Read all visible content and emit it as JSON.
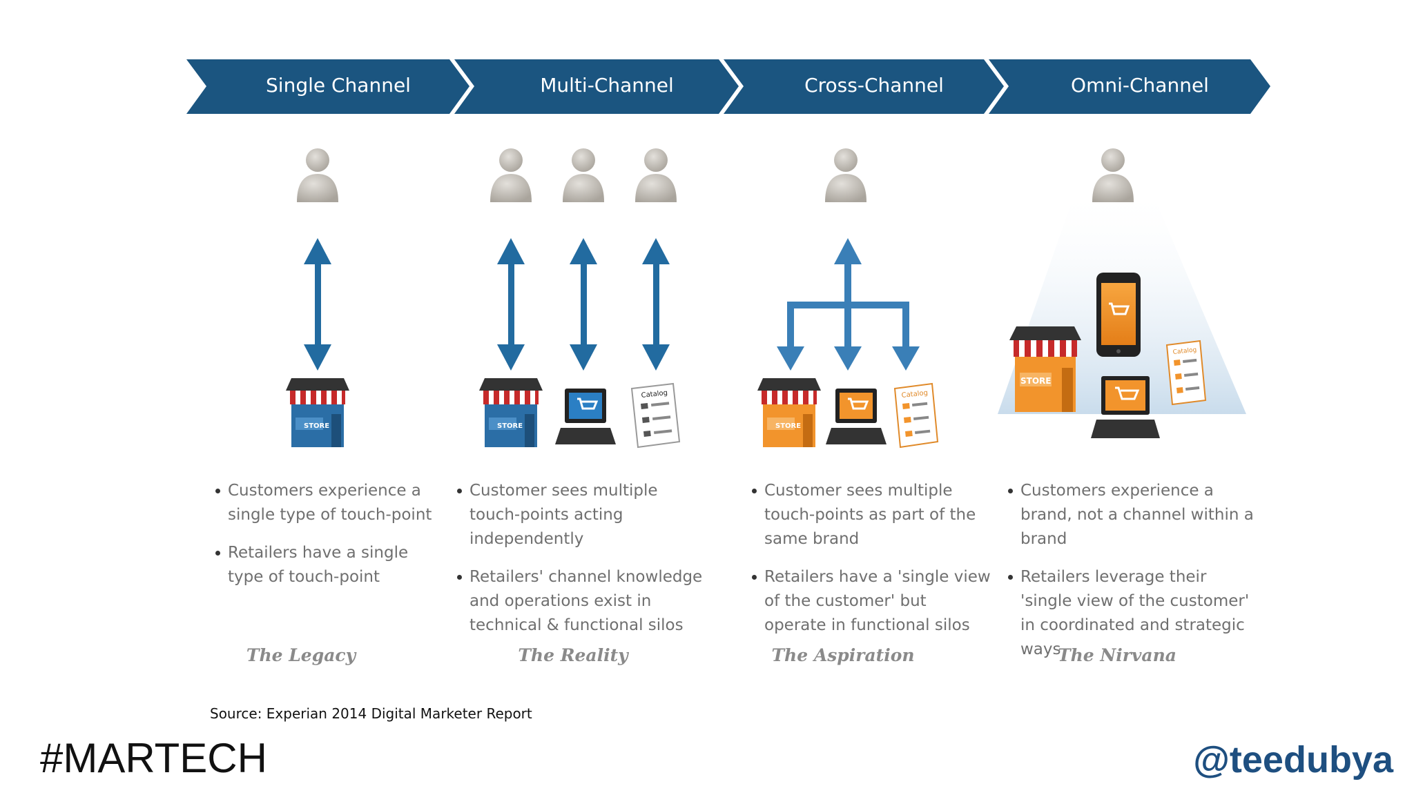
{
  "stages": [
    {
      "header": "Single Channel",
      "bullets": [
        "Customers experience a single type of touch-point",
        "Retailers have a single type of touch-point"
      ],
      "name": "The Legacy"
    },
    {
      "header": "Multi-Channel",
      "bullets": [
        "Customer sees multiple touch-points acting independently",
        "Retailers' channel knowledge and operations exist in technical & functional silos"
      ],
      "name": "The Reality"
    },
    {
      "header": "Cross-Channel",
      "bullets": [
        "Customer sees multiple touch-points as part of the same brand",
        "Retailers have a 'single view of the customer' but  operate in functional silos"
      ],
      "name": "The Aspiration"
    },
    {
      "header": "Omni-Channel",
      "bullets": [
        "Customers experience a brand, not a channel within a brand",
        "Retailers leverage their 'single view of the customer' in coordinated and strategic ways"
      ],
      "name": "The Nirvana"
    }
  ],
  "icons": {
    "store_sign": "STORE",
    "catalog_title": "Catalog"
  },
  "source": "Source: Experian 2014 Digital Marketer Report",
  "hashtag": "#MARTECH",
  "handle": "@teedubya",
  "colors": {
    "chevron": "#1b5580",
    "arrow": "#226ba0",
    "arrow_light": "#4f90c3",
    "person": "#c5c1ba",
    "store_awning": "#c62a2a",
    "store_blue": "#2b6ea6",
    "store_orange": "#f2942c",
    "handle": "#1e4f80"
  }
}
